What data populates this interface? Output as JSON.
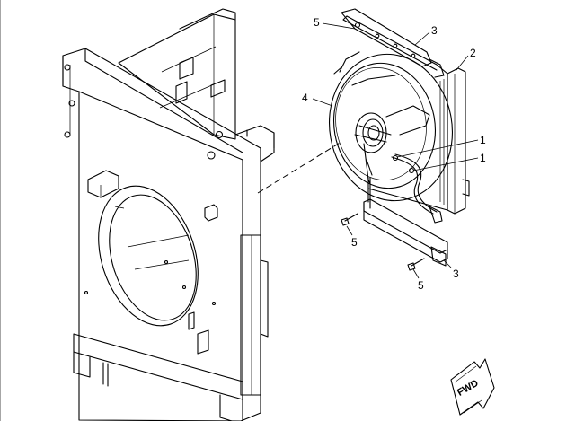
{
  "callouts": {
    "c5_top": "5",
    "c3_top": "3",
    "c2": "2",
    "c4": "4",
    "c1_upper": "1",
    "c1_lower": "1",
    "c5_mid": "5",
    "c3_bottom": "3",
    "c5_bottom": "5"
  },
  "direction_arrow": {
    "label": "FWD"
  }
}
